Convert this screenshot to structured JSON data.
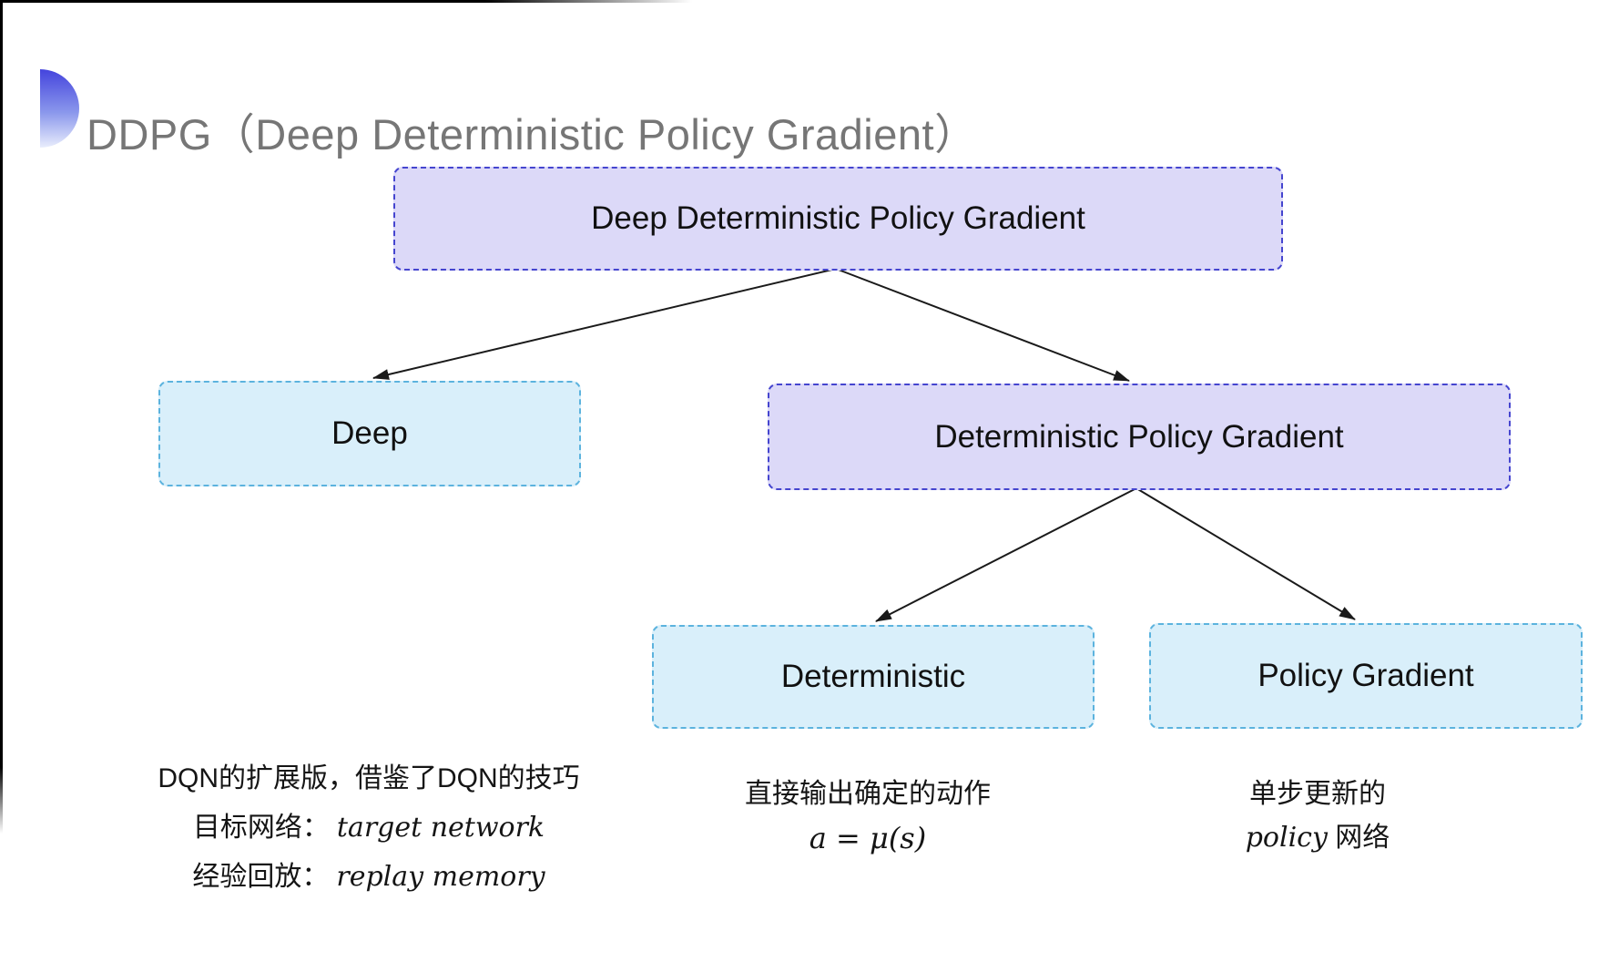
{
  "slide": {
    "title": "DDPG（Deep Deterministic Policy Gradient）"
  },
  "colors": {
    "title_text": "#767676",
    "lavender_fill": "#dcd9f8",
    "lavender_border": "#4545cf",
    "cyan_fill": "#d9effa",
    "cyan_border": "#5cb3de",
    "arrow": "#1a1a1a",
    "frame_line": "#000000",
    "bullet_gradient_top": "#4444dd",
    "bullet_gradient_bottom": "#e9edfc"
  },
  "tree": {
    "nodes": [
      {
        "id": "root",
        "label": "Deep Deterministic Policy Gradient",
        "style": "lavender"
      },
      {
        "id": "deep",
        "label": "Deep",
        "style": "cyan"
      },
      {
        "id": "dpg",
        "label": "Deterministic Policy Gradient",
        "style": "lavender"
      },
      {
        "id": "deterministic",
        "label": "Deterministic",
        "style": "cyan"
      },
      {
        "id": "policy-gradient",
        "label": "Policy Gradient",
        "style": "cyan"
      }
    ]
  },
  "notes": {
    "left": {
      "line1": "DQN的扩展版，借鉴了DQN的技巧",
      "line2_label": "目标网络：",
      "line2_term": "target network",
      "line3_label": "经验回放：",
      "line3_term": "replay memory"
    },
    "middle": {
      "line1": "直接输出确定的动作",
      "formula": "a = μ(s)"
    },
    "right": {
      "line1": "单步更新的",
      "line2_term": "policy",
      "line2_label": " 网络"
    }
  }
}
